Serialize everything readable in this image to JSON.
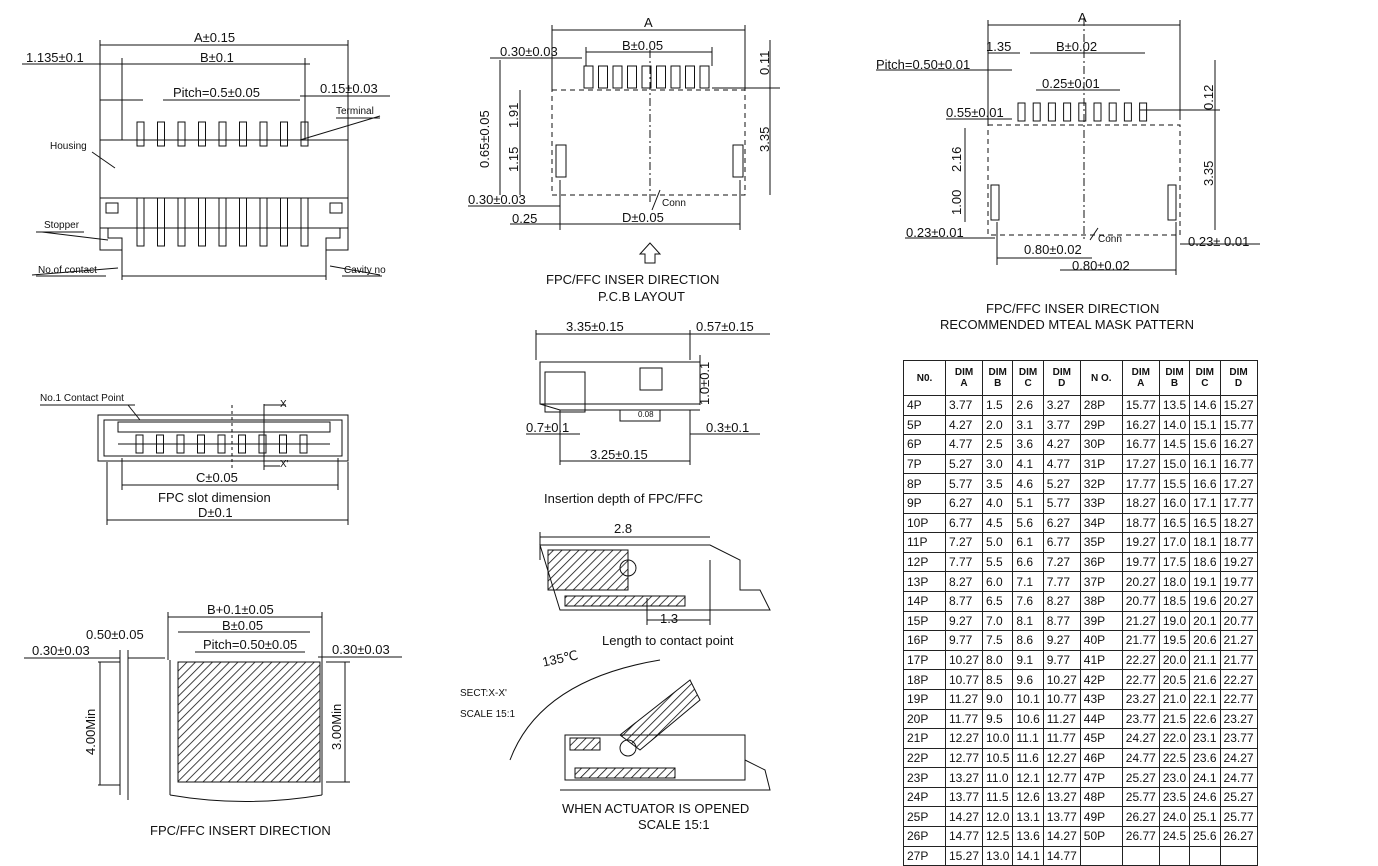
{
  "top_left": {
    "dim_A": "A±0.15",
    "dim_1135": "1.135±0.1",
    "dim_B": "B±0.1",
    "pitch": "Pitch=0.5±0.05",
    "dim_015": "0.15±0.03",
    "terminal": "Terminal",
    "housing": "Housing",
    "stopper": "Stopper",
    "no_of_contact": "No.of contact",
    "cavity_no": "Cavity no"
  },
  "slot_view": {
    "no1_contact": "No.1 Contact Point",
    "x_mark": "X",
    "x_mark2": "X'",
    "dim_C": "C±0.05",
    "caption": "FPC slot dimension",
    "dim_D": "D±0.1"
  },
  "fpc_insert": {
    "dim_030_left": "0.30±0.03",
    "dim_050": "0.50±0.05",
    "dim_b01": "B+0.1±0.05",
    "dim_B": "B±0.05",
    "pitch": "Pitch=0.50±0.05",
    "dim_030_right": "0.30±0.03",
    "dim_400": "4.00Min",
    "dim_300": "3.00Min",
    "caption": "FPC/FFC INSERT DIRECTION"
  },
  "pcb_layout": {
    "dim_A": "A",
    "dim_030_top": "0.30±0.03",
    "dim_B": "B±0.05",
    "dim_011": "0.11",
    "dim_065": "0.65±0.05",
    "dim_191": "1.91",
    "dim_115": "1.15",
    "dim_335": "3.35",
    "dim_030_bottom": "0.30±0.03",
    "dim_025": "0.25",
    "dim_D": "D±0.05",
    "conn": "Conn",
    "caption1": "FPC/FFC INSER DIRECTION",
    "caption2": "P.C.B LAYOUT"
  },
  "insertion_depth": {
    "dim_335": "3.35±0.15",
    "dim_057": "0.57±0.15",
    "dim_10": "1.0±0.1",
    "dim_07": "0.7±0.1",
    "dim_03": "0.3±0.1",
    "dim_325": "3.25±0.15",
    "tol": "0.08",
    "caption": "Insertion depth of FPC/FFC"
  },
  "contact_length": {
    "dim_28": "2.8",
    "dim_13": "1.3",
    "caption": "Length to contact point"
  },
  "actuator": {
    "angle": "135℃",
    "sect": "SECT:X-X'",
    "scale_note": "SCALE 15:1",
    "caption1": "WHEN ACTUATOR IS OPENED",
    "caption2": "SCALE 15:1"
  },
  "mask_pattern": {
    "dim_A": "A",
    "dim_135": "1.35",
    "dim_B": "B±0.02",
    "pitch": "Pitch=0.50±0.01",
    "dim_025": "0.25±0.01",
    "dim_055": "0.55±0.01",
    "dim_012": "0.12",
    "dim_216": "2.16",
    "dim_335": "3.35",
    "dim_100": "1.00",
    "dim_023_left": "0.23±0.01",
    "dim_080_a": "0.80±0.02",
    "conn": "Conn",
    "dim_023_right": "0.23± 0.01",
    "dim_080_b": "0.80±0.02",
    "caption1": "FPC/FFC INSER DIRECTION",
    "caption2": "RECOMMENDED MTEAL MASK PATTERN"
  },
  "table": {
    "headers": [
      "N0.",
      "DIM A",
      "DIM B",
      "DIM C",
      "DIM D",
      "N O.",
      "DIM A",
      "DIM B",
      "DIM C",
      "DIM D"
    ],
    "rows": [
      [
        "4P",
        "3.77",
        "1.5",
        "2.6",
        "3.27",
        "28P",
        "15.77",
        "13.5",
        "14.6",
        "15.27"
      ],
      [
        "5P",
        "4.27",
        "2.0",
        "3.1",
        "3.77",
        "29P",
        "16.27",
        "14.0",
        "15.1",
        "15.77"
      ],
      [
        "6P",
        "4.77",
        "2.5",
        "3.6",
        "4.27",
        "30P",
        "16.77",
        "14.5",
        "15.6",
        "16.27"
      ],
      [
        "7P",
        "5.27",
        "3.0",
        "4.1",
        "4.77",
        "31P",
        "17.27",
        "15.0",
        "16.1",
        "16.77"
      ],
      [
        "8P",
        "5.77",
        "3.5",
        "4.6",
        "5.27",
        "32P",
        "17.77",
        "15.5",
        "16.6",
        "17.27"
      ],
      [
        "9P",
        "6.27",
        "4.0",
        "5.1",
        "5.77",
        "33P",
        "18.27",
        "16.0",
        "17.1",
        "17.77"
      ],
      [
        "10P",
        "6.77",
        "4.5",
        "5.6",
        "6.27",
        "34P",
        "18.77",
        "16.5",
        "16.5",
        "18.27"
      ],
      [
        "11P",
        "7.27",
        "5.0",
        "6.1",
        "6.77",
        "35P",
        "19.27",
        "17.0",
        "18.1",
        "18.77"
      ],
      [
        "12P",
        "7.77",
        "5.5",
        "6.6",
        "7.27",
        "36P",
        "19.77",
        "17.5",
        "18.6",
        "19.27"
      ],
      [
        "13P",
        "8.27",
        "6.0",
        "7.1",
        "7.77",
        "37P",
        "20.27",
        "18.0",
        "19.1",
        "19.77"
      ],
      [
        "14P",
        "8.77",
        "6.5",
        "7.6",
        "8.27",
        "38P",
        "20.77",
        "18.5",
        "19.6",
        "20.27"
      ],
      [
        "15P",
        "9.27",
        "7.0",
        "8.1",
        "8.77",
        "39P",
        "21.27",
        "19.0",
        "20.1",
        "20.77"
      ],
      [
        "16P",
        "9.77",
        "7.5",
        "8.6",
        "9.27",
        "40P",
        "21.77",
        "19.5",
        "20.6",
        "21.27"
      ],
      [
        "17P",
        "10.27",
        "8.0",
        "9.1",
        "9.77",
        "41P",
        "22.27",
        "20.0",
        "21.1",
        "21.77"
      ],
      [
        "18P",
        "10.77",
        "8.5",
        "9.6",
        "10.27",
        "42P",
        "22.77",
        "20.5",
        "21.6",
        "22.27"
      ],
      [
        "19P",
        "11.27",
        "9.0",
        "10.1",
        "10.77",
        "43P",
        "23.27",
        "21.0",
        "22.1",
        "22.77"
      ],
      [
        "20P",
        "11.77",
        "9.5",
        "10.6",
        "11.27",
        "44P",
        "23.77",
        "21.5",
        "22.6",
        "23.27"
      ],
      [
        "21P",
        "12.27",
        "10.0",
        "11.1",
        "11.77",
        "45P",
        "24.27",
        "22.0",
        "23.1",
        "23.77"
      ],
      [
        "22P",
        "12.77",
        "10.5",
        "11.6",
        "12.27",
        "46P",
        "24.77",
        "22.5",
        "23.6",
        "24.27"
      ],
      [
        "23P",
        "13.27",
        "11.0",
        "12.1",
        "12.77",
        "47P",
        "25.27",
        "23.0",
        "24.1",
        "24.77"
      ],
      [
        "24P",
        "13.77",
        "11.5",
        "12.6",
        "13.27",
        "48P",
        "25.77",
        "23.5",
        "24.6",
        "25.27"
      ],
      [
        "25P",
        "14.27",
        "12.0",
        "13.1",
        "13.77",
        "49P",
        "26.27",
        "24.0",
        "25.1",
        "25.77"
      ],
      [
        "26P",
        "14.77",
        "12.5",
        "13.6",
        "14.27",
        "50P",
        "26.77",
        "24.5",
        "25.6",
        "26.27"
      ],
      [
        "27P",
        "15.27",
        "13.0",
        "14.1",
        "14.77",
        "",
        "",
        "",
        "",
        ""
      ]
    ]
  }
}
